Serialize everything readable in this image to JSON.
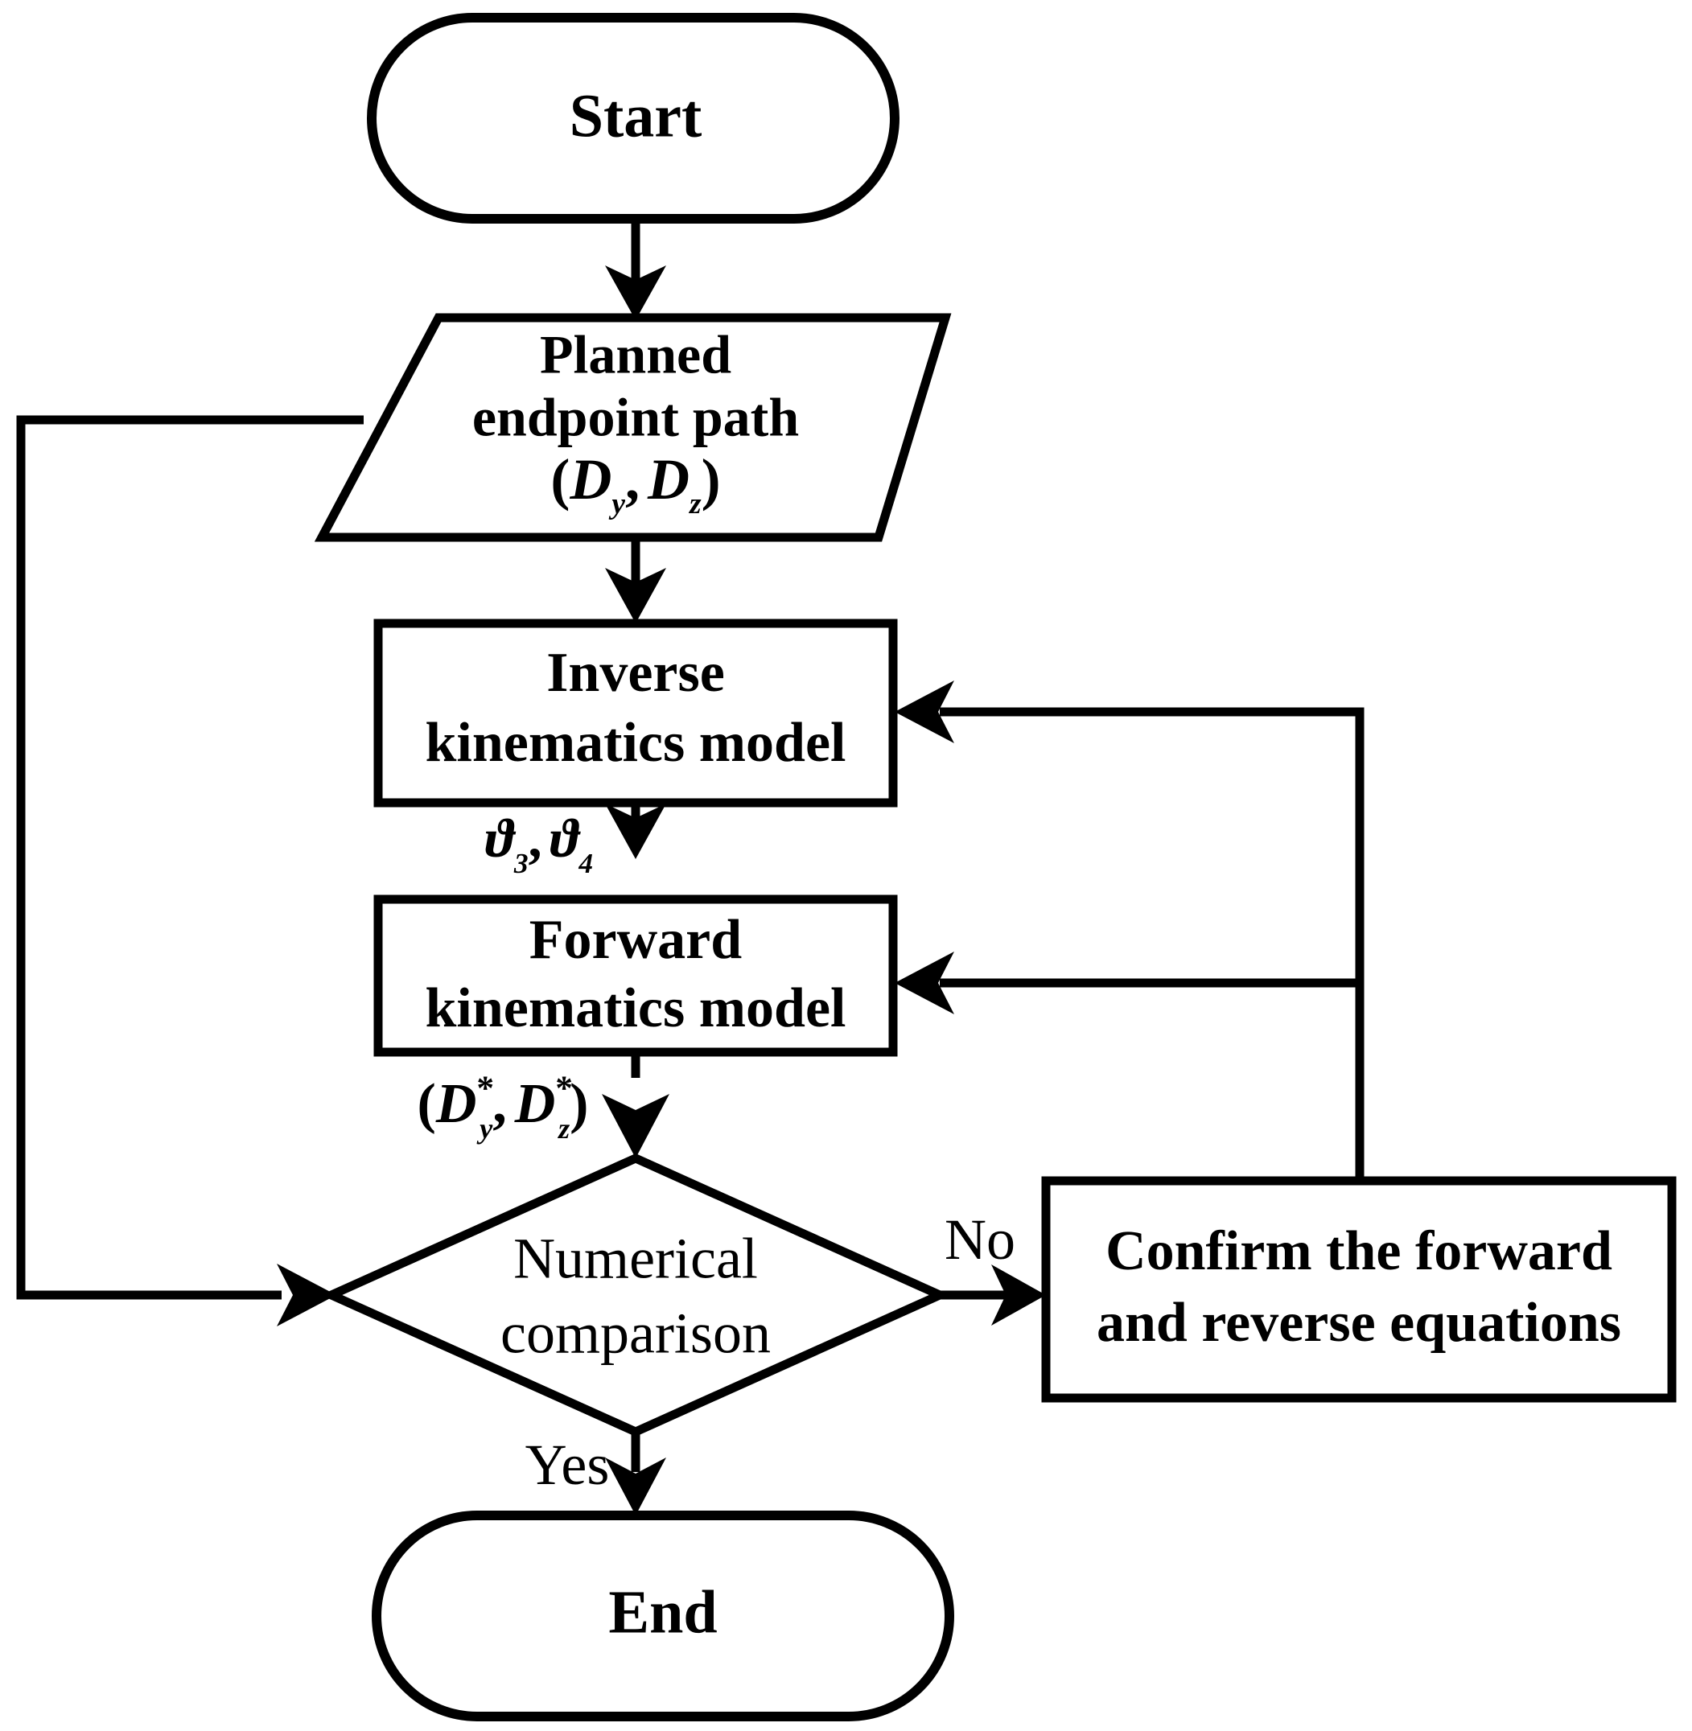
{
  "diagram": {
    "title": "Kinematics model verification flowchart",
    "background_color": "#ffffff",
    "line_color": "#000000",
    "nodes": {
      "start": {
        "label": "Start",
        "shape": "terminator"
      },
      "planned_path": {
        "label_line1": "Planned",
        "label_line2": "endpoint path",
        "label_line3": "(D_y, D_z)",
        "math_open": "(",
        "math_d1": "D",
        "math_sub1": "y",
        "math_comma": ",",
        "math_d2": "D",
        "math_sub2": "z",
        "math_close": ")",
        "shape": "parallelogram"
      },
      "inverse_model": {
        "label_line1": "Inverse",
        "label_line2": "kinematics model",
        "shape": "process"
      },
      "forward_model": {
        "label_line1": "Forward",
        "label_line2": "kinematics model",
        "shape": "process"
      },
      "decision": {
        "label_line1": "Numerical",
        "label_line2": "comparison",
        "shape": "decision"
      },
      "confirm": {
        "label_line1": "Confirm the forward",
        "label_line2": "and reverse equations",
        "shape": "process"
      },
      "end": {
        "label": "End",
        "shape": "terminator"
      }
    },
    "edge_labels": {
      "theta": {
        "text": "ϑ3, ϑ4",
        "sym1": "ϑ",
        "sub1": "3",
        "comma": ",",
        "sym2": "ϑ",
        "sub2": "4"
      },
      "d_star": {
        "text": "(D*_y, D*_z)",
        "open": "(",
        "d1": "D",
        "sup1": "*",
        "sub1": "y",
        "comma": ",",
        "d2": "D",
        "sup2": "*",
        "sub2": "z",
        "close": ")"
      },
      "no": "No",
      "yes": "Yes"
    }
  }
}
